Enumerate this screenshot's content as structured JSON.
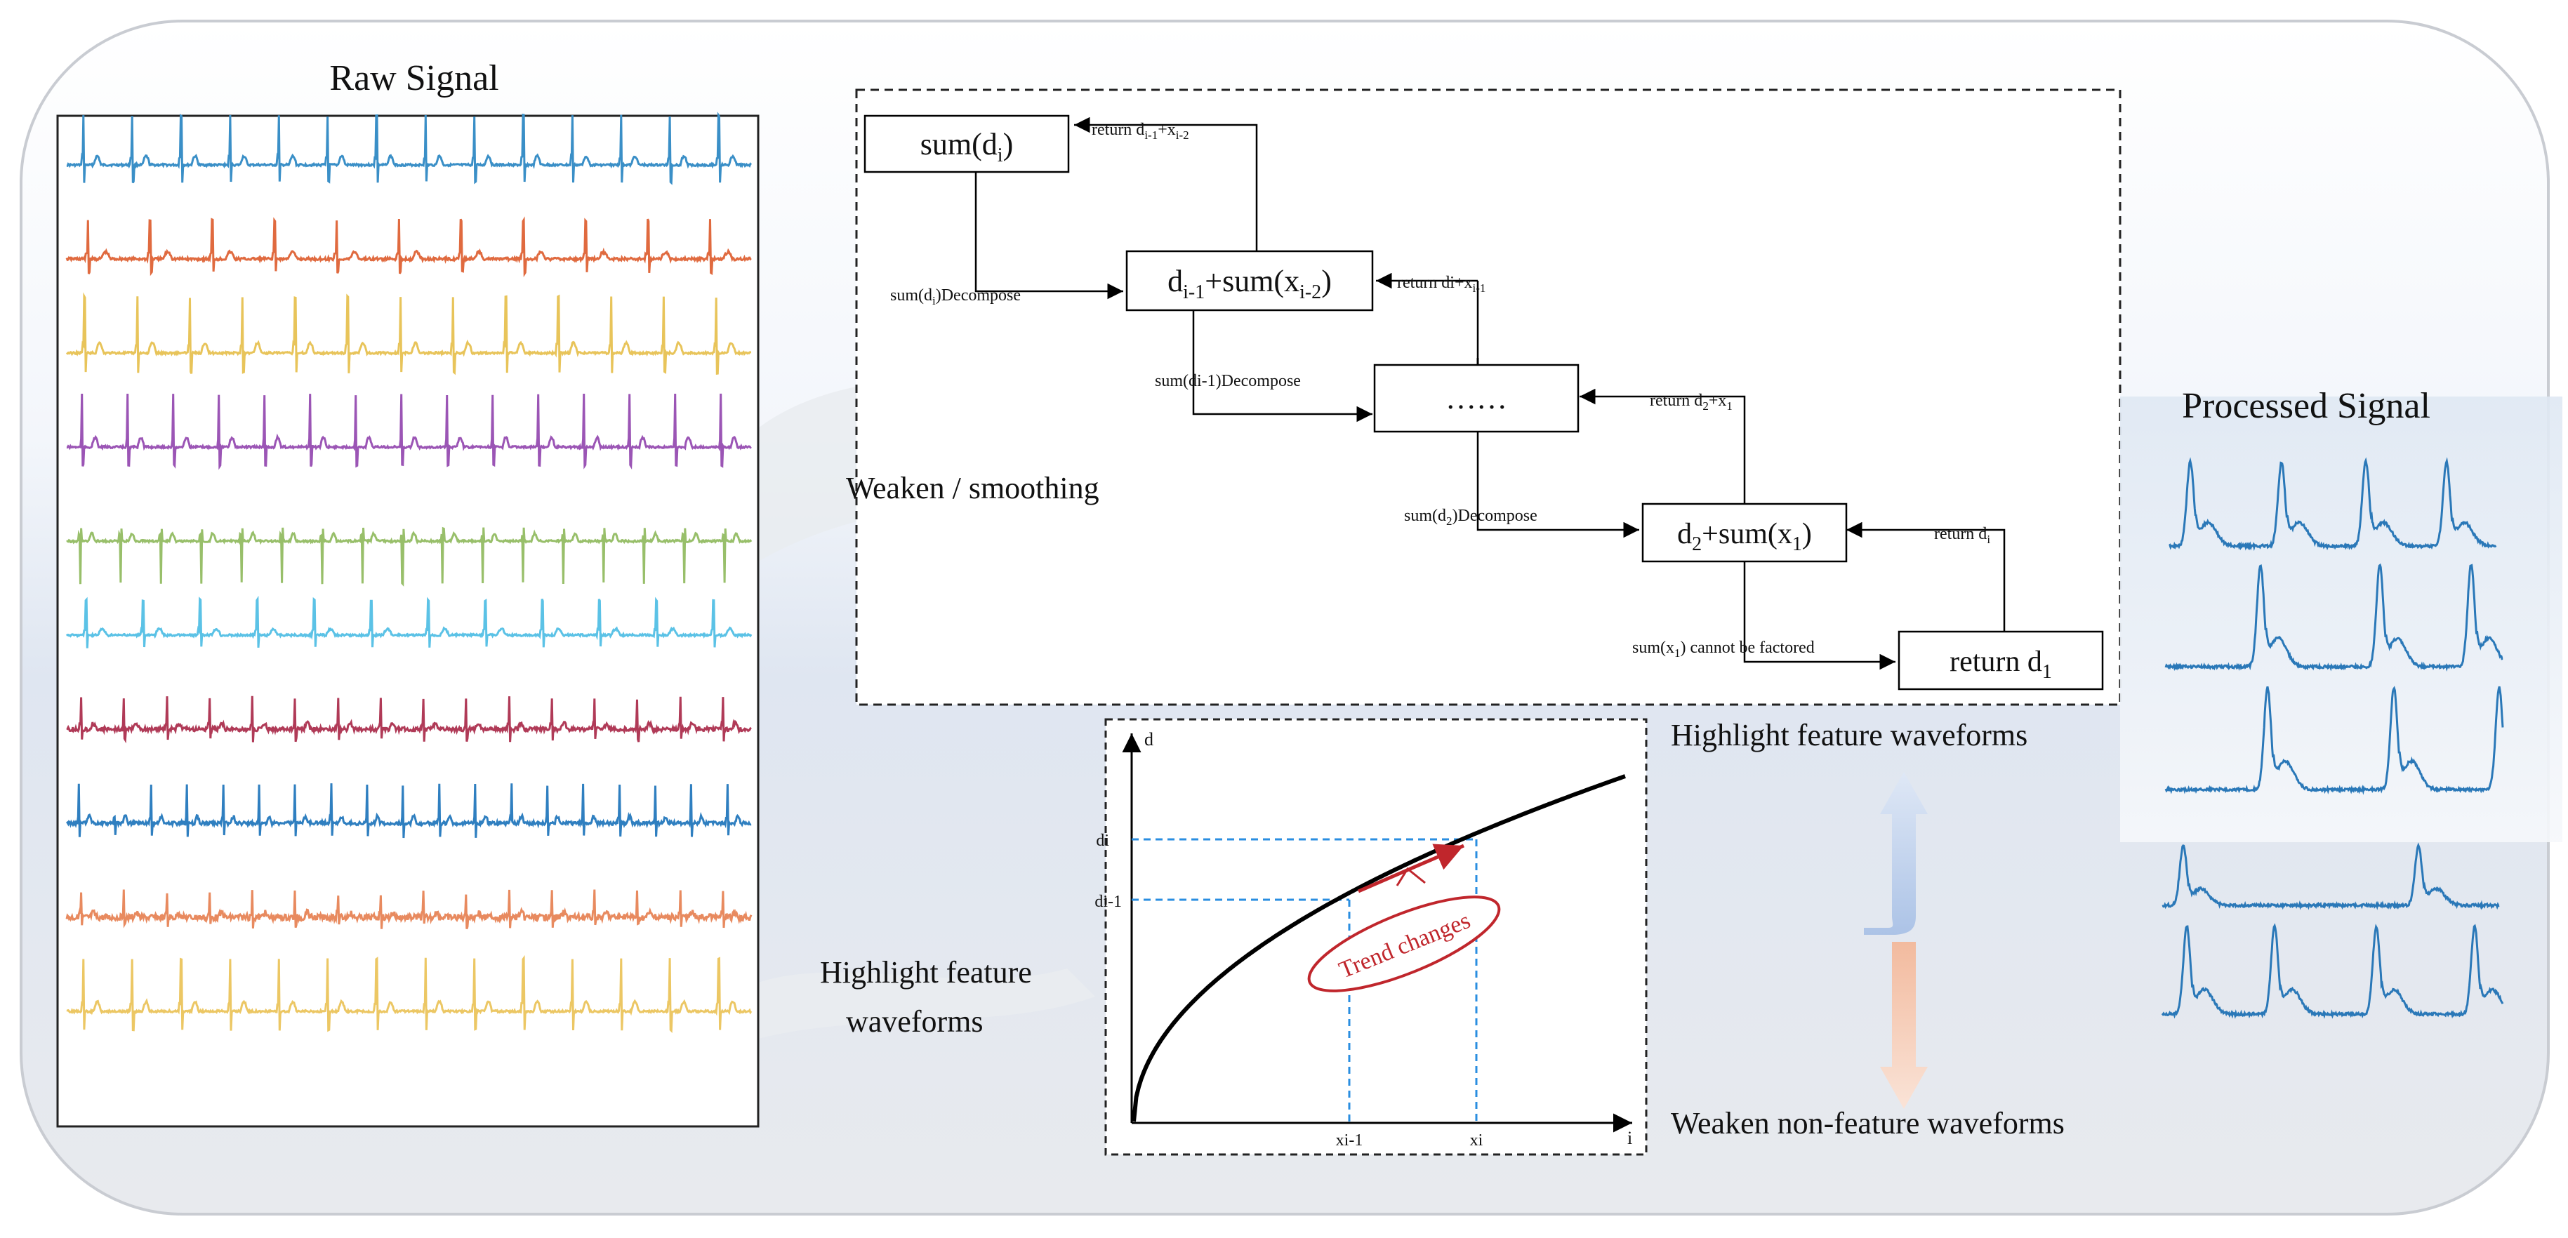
{
  "raw_signal": {
    "title": "Raw Signal",
    "trace_colors": [
      "#3a8fc7",
      "#e06a3f",
      "#e8c45a",
      "#9b55b5",
      "#98bf6a",
      "#5bc2e6",
      "#b03a57",
      "#2f7fc0",
      "#e88a5f",
      "#ecc764"
    ]
  },
  "processed_signal": {
    "title": "Processed Signal",
    "trace_color": "#2a78b8"
  },
  "flow": {
    "weaken_smoothing": "Weaken / smoothing",
    "highlight_left_line1": "Highlight  feature",
    "highlight_left_line2": "waveforms",
    "highlight_right": "Highlight  feature   waveforms",
    "weaken_non_feature": "Weaken non-feature   waveforms",
    "arrow_up_color": "#b9cbe8",
    "arrow_down_color": "#f3c2a8"
  },
  "recursion": {
    "box1": "sum(d",
    "box1_sub": "i",
    "box1_end": ")",
    "box2_main": "d",
    "box2_sub1": "i-1",
    "box2_mid": "+sum(x",
    "box2_sub2": "i-2",
    "box2_end": ")",
    "box3": "……",
    "box4_main": "d",
    "box4_sub1": "2",
    "box4_mid": "+sum(x",
    "box4_sub2": "1",
    "box4_end": ")",
    "box5_main": "return d",
    "box5_sub": "1",
    "ret1_main": "return d",
    "ret1_sub1": "i-1",
    "ret1_mid": "+x",
    "ret1_sub2": "i-2",
    "ret2_main": "return di+x",
    "ret2_sub": "i-1",
    "ret3_main": "return d",
    "ret3_sub1": "2",
    "ret3_mid": "+x",
    "ret3_sub2": "1",
    "ret4_main": "return d",
    "ret4_sub": "i",
    "dec1_main": "sum(d",
    "dec1_sub": "i",
    "dec1_end": ")Decompose",
    "dec2": "sum(di-1)Decompose",
    "dec3_main": "sum(d",
    "dec3_sub": "2",
    "dec3_end": ")Decompose",
    "dec4_main": "sum(x",
    "dec4_sub": "1",
    "dec4_end": ") cannot be factored"
  },
  "chart_data": {
    "type": "line",
    "series": [
      {
        "values": "sqrt-like growth curve"
      }
    ],
    "y_axis_label": "d",
    "x_axis_label": "i",
    "y_ticks": [
      "di",
      "di-1"
    ],
    "x_ticks": [
      "xi-1",
      "xi"
    ],
    "annotation": "Trend changes",
    "curve_color": "#000000",
    "guide_color": "#2a8ee0",
    "annotation_color": "#c0262c"
  }
}
